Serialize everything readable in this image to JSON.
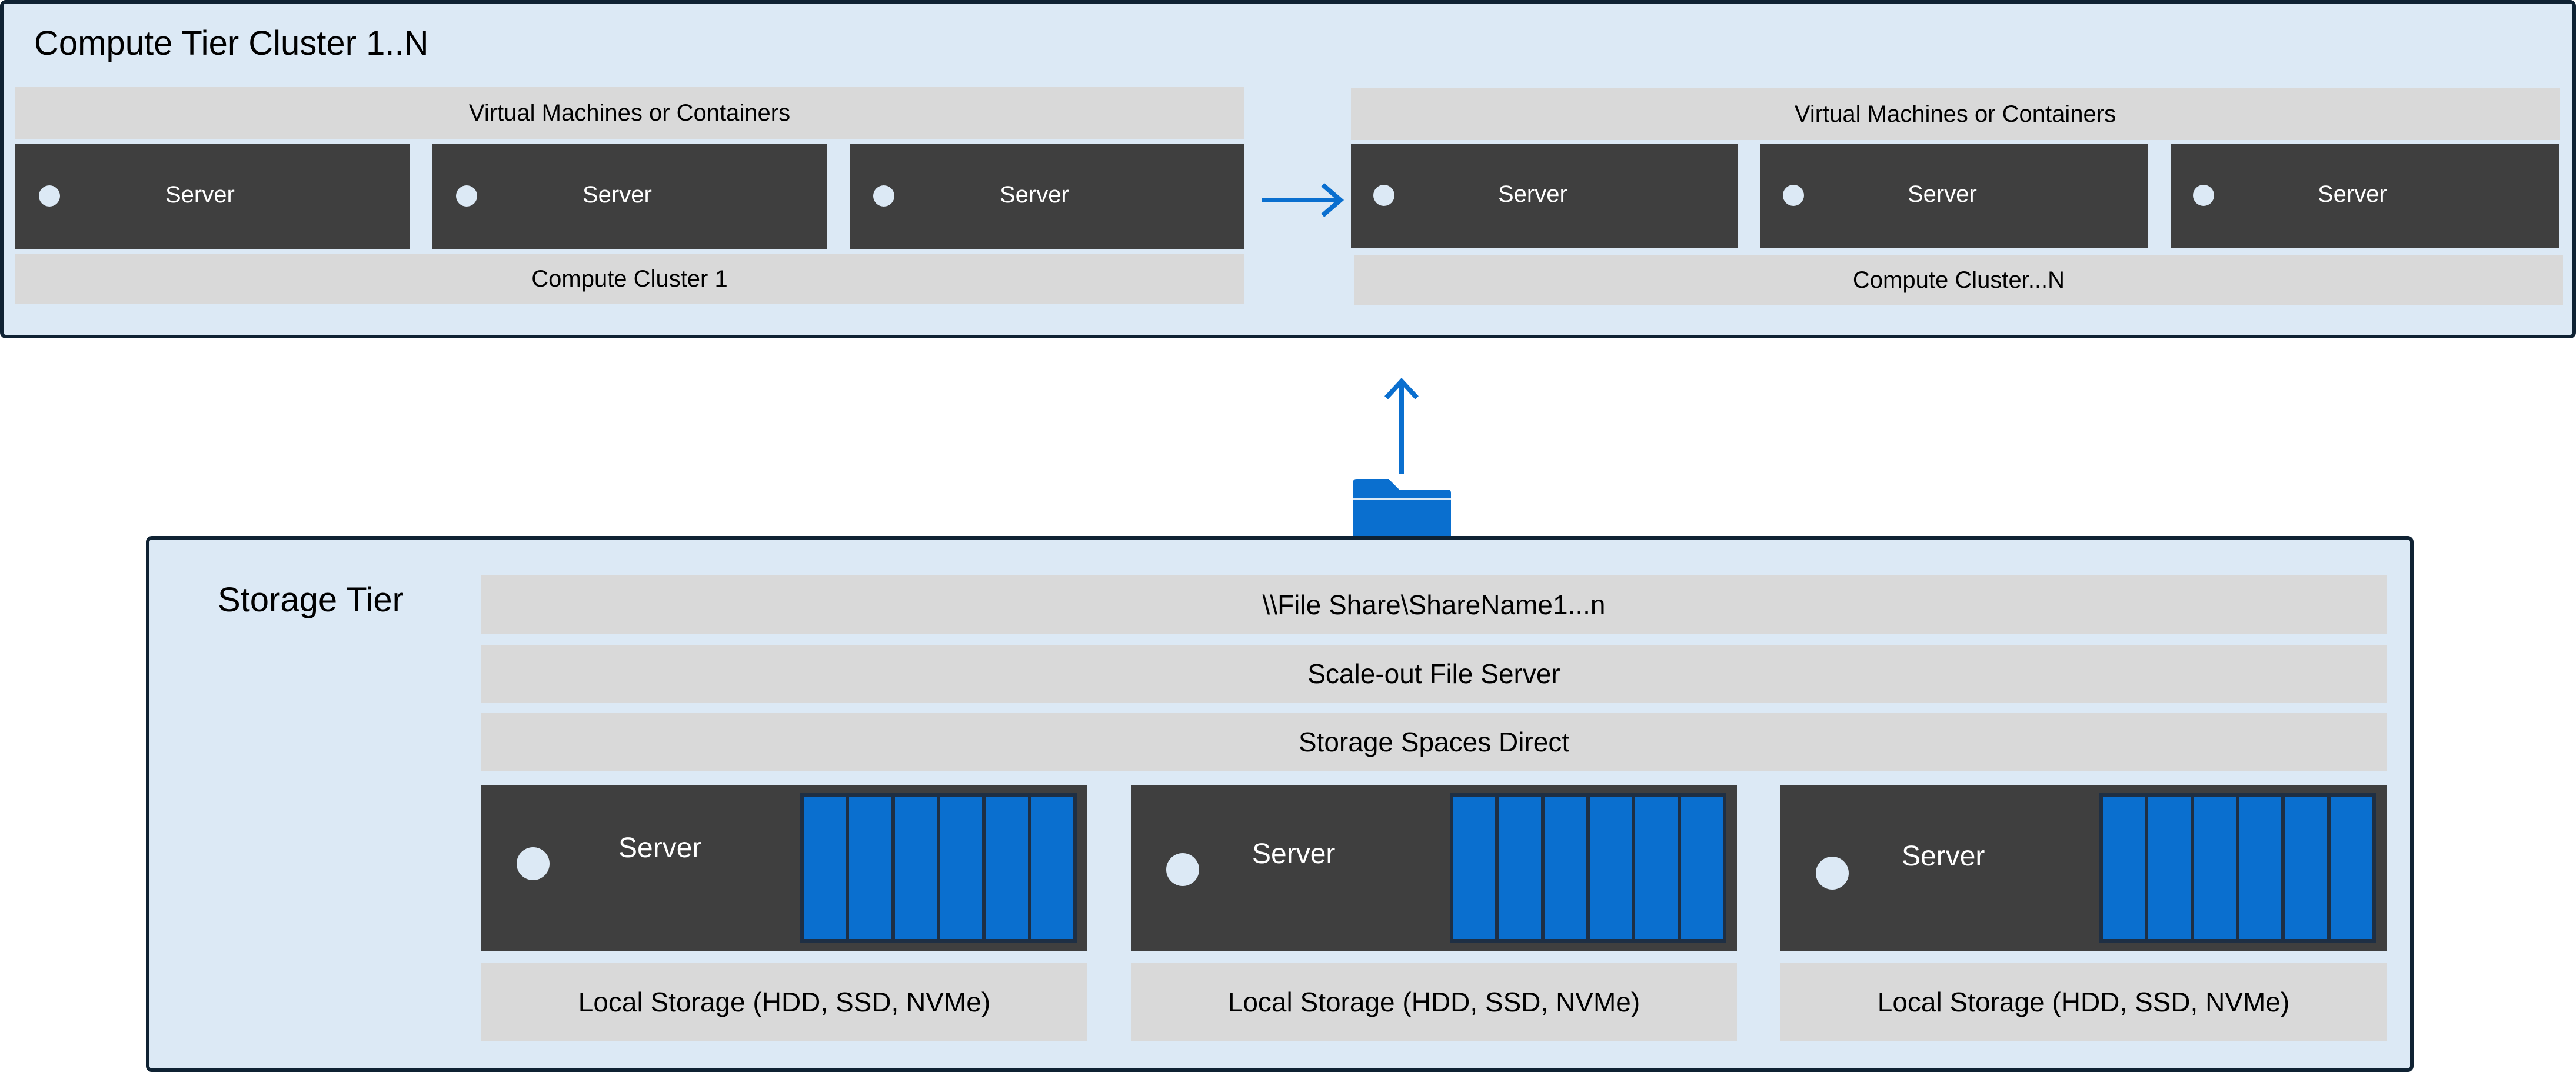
{
  "compute_tier": {
    "title": "Compute Tier Cluster 1..N",
    "cluster_a": {
      "workload_label": "Virtual Machines or Containers",
      "servers": [
        "Server",
        "Server",
        "Server"
      ],
      "cluster_label": "Compute Cluster 1"
    },
    "cluster_b": {
      "workload_label": "Virtual Machines or Containers",
      "servers": [
        "Server",
        "Server",
        "Server"
      ],
      "cluster_label": "Compute Cluster...N"
    }
  },
  "storage_tier": {
    "title": "Storage Tier",
    "share_path": "\\\\File Share\\ShareName1...n",
    "sofs_label": "Scale-out File Server",
    "s2d_label": "Storage Spaces Direct",
    "servers": [
      {
        "label": "Server",
        "local_storage": "Local Storage (HDD, SSD, NVMe)",
        "drive_bays": 6
      },
      {
        "label": "Server",
        "local_storage": "Local Storage (HDD, SSD, NVMe)",
        "drive_bays": 6
      },
      {
        "label": "Server",
        "local_storage": "Local Storage (HDD, SSD, NVMe)",
        "drive_bays": 6
      }
    ]
  },
  "icons": {
    "scale_arrow": "arrow-right-icon",
    "access_arrow": "arrow-up-icon",
    "share_folder": "folder-icon"
  },
  "colors": {
    "panel_bg": "#dce9f5",
    "panel_border": "#0f2233",
    "bar_bg": "#d9d9d9",
    "server_bg": "#3f3f3f",
    "accent_blue": "#0a6fcf"
  }
}
